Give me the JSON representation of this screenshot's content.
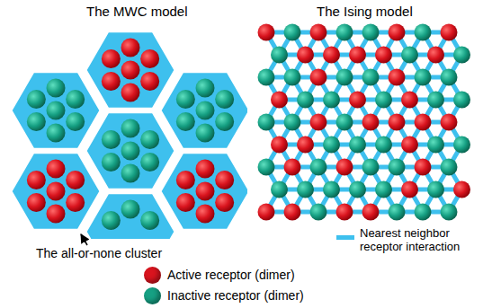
{
  "diagram": {
    "labels": [
      "The MWC model",
      "The Ising model",
      "The all-or-none cluster"
    ],
    "legend": [
      {
        "text": "Nearest neighbor receptor interaction"
      },
      {
        "text": "Active receptor (dimer)",
        "color": "#d9141e"
      },
      {
        "text": "Inactive receptor (dimer)",
        "color": "#16a083"
      }
    ]
  }
}
